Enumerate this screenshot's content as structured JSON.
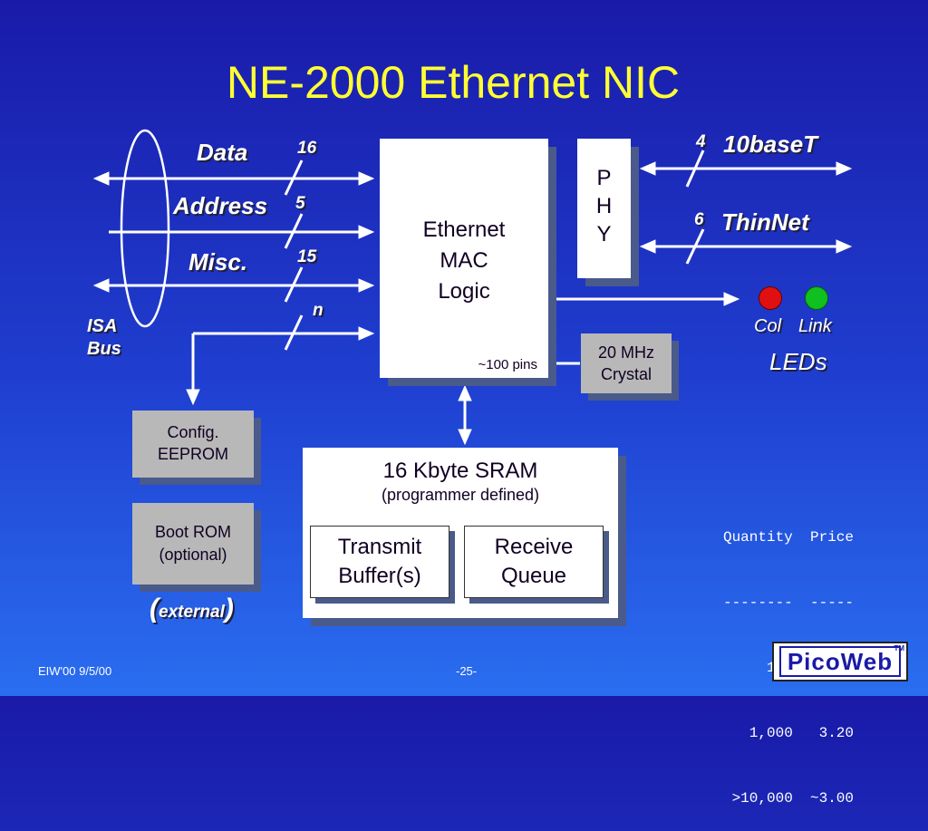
{
  "title": "NE-2000 Ethernet NIC",
  "bus": {
    "data_label": "Data",
    "data_width": "16",
    "address_label": "Address",
    "address_width": "5",
    "misc_label": "Misc.",
    "misc_width": "15",
    "n_label": "n",
    "isa_line1": "ISA",
    "isa_line2": "Bus"
  },
  "mac": {
    "line1": "Ethernet",
    "line2": "MAC",
    "line3": "Logic",
    "pins": "~100 pins"
  },
  "phy": {
    "line1": "P",
    "line2": "H",
    "line3": "Y"
  },
  "net": {
    "tbase_label": "10baseT",
    "tbase_width": "4",
    "thin_label": "ThinNet",
    "thin_width": "6"
  },
  "leds": {
    "col_label": "Col",
    "link_label": "Link",
    "title": "LEDs",
    "col_color": "#e01010",
    "link_color": "#10c020"
  },
  "crystal": {
    "line1": "20 MHz",
    "line2": "Crystal"
  },
  "eeprom": {
    "line1": "Config.",
    "line2": "EEPROM"
  },
  "bootrom": {
    "line1": "Boot ROM",
    "line2": "(optional)"
  },
  "external": {
    "open": "(",
    "label": "external",
    "close": ")"
  },
  "sram": {
    "line1": "16 Kbyte SRAM",
    "line2": "(programmer defined)",
    "tx_line1": "Transmit",
    "tx_line2": "Buffer(s)",
    "rx_line1": "Receive",
    "rx_line2": "Queue"
  },
  "pricing": {
    "header": "Quantity  Price",
    "divider": "--------  -----",
    "rows": [
      "100  $5.50",
      "1,000   3.20",
      ">10,000  ~3.00"
    ]
  },
  "footer": {
    "left": "EIW'00 9/5/00",
    "center": "-25-",
    "logo": "PicoWeb",
    "tm": "TM"
  }
}
